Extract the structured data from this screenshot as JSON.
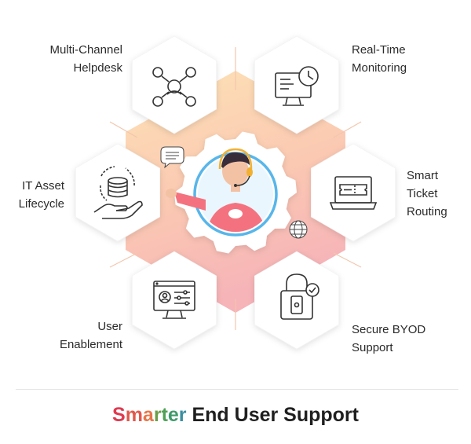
{
  "features": [
    {
      "id": "multi-channel",
      "label": "Multi-Channel\nHelpdesk",
      "icon": "network-users-icon"
    },
    {
      "id": "real-time",
      "label": "Real-Time\nMonitoring",
      "icon": "monitor-clock-icon"
    },
    {
      "id": "smart-ticket",
      "label": "Smart\nTicket\nRouting",
      "icon": "ticket-screen-icon"
    },
    {
      "id": "secure-byod",
      "label": "Secure BYOD\nSupport",
      "icon": "padlock-phone-icon"
    },
    {
      "id": "user-enablement",
      "label": "User\nEnablement",
      "icon": "user-settings-screen-icon"
    },
    {
      "id": "it-asset",
      "label": "IT Asset\nLifecycle",
      "icon": "database-cycle-hand-icon"
    }
  ],
  "center": {
    "icon": "support-agent-headset-icon"
  },
  "title": {
    "highlight": "Smarter",
    "rest": " End User Support"
  },
  "colors": {
    "gear": "#ffffff",
    "gradient_top": "#fde0b8",
    "gradient_bottom": "#f8b7b6",
    "ring": "#57b6ea",
    "shirt": "#f4727f"
  }
}
